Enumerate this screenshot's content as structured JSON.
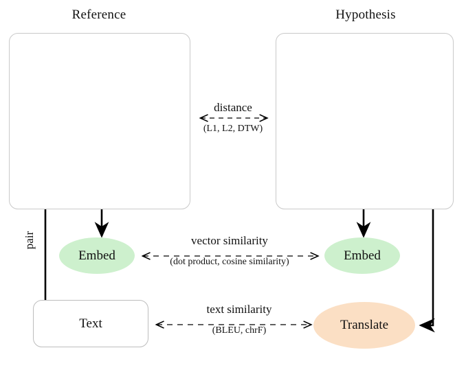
{
  "figure": {
    "panels": [
      {
        "id": "reference",
        "title": "Reference"
      },
      {
        "id": "hypothesis",
        "title": "Hypothesis"
      }
    ],
    "nodes": {
      "embed_left": "Embed",
      "embed_right": "Embed",
      "text": "Text",
      "translate": "Translate"
    },
    "edges": {
      "distance": {
        "primary": "distance",
        "secondary": "(L1, L2, DTW)"
      },
      "vector_sim": {
        "primary": "vector similarity",
        "secondary": "(dot product, cosine similarity)"
      },
      "text_sim": {
        "primary": "text similarity",
        "secondary": "(BLEU, chrF)"
      },
      "pair": {
        "primary": "pair"
      }
    },
    "colors": {
      "embed_fill": "#cdf0cd",
      "translate_fill": "#fbdfc4",
      "panel_border": "#c9c9c9",
      "arrow": "#000000",
      "skeleton_body": "#ff2a2a",
      "skeleton_body_light": "#fa8080",
      "face_outline": "#7a2020"
    }
  }
}
